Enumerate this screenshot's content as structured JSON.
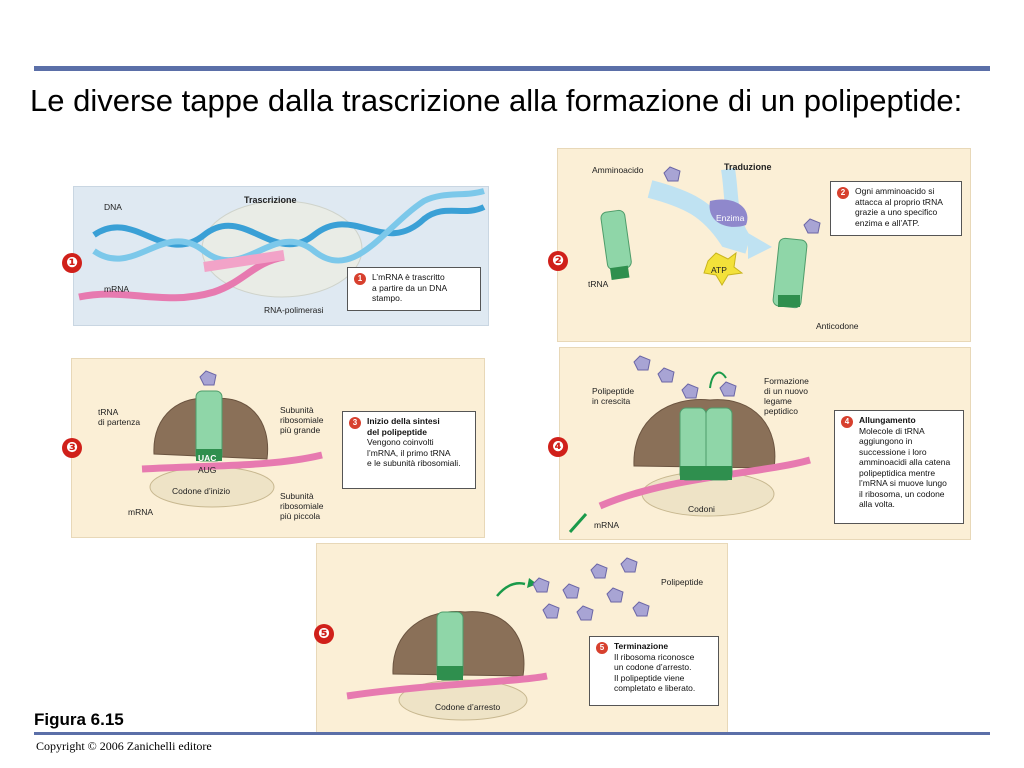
{
  "slide": {
    "title": "Le diverse tappe dalla trascrizione alla formazione di un polipeptide:",
    "figure_label": "Figura 6.15",
    "copyright": "Copyright © 2006 Zanichelli editore"
  },
  "markers": [
    "❶",
    "❷",
    "❸",
    "❹",
    "❺"
  ],
  "panel1": {
    "heading": "Trascrizione",
    "labels": {
      "dna": "DNA",
      "mrna": "mRNA",
      "polymerase": "RNA-polimerasi"
    },
    "step": {
      "num": "1",
      "text": "L’mRNA è trascritto\na partire da un DNA\nstampo."
    }
  },
  "panel2": {
    "heading": "Traduzione",
    "labels": {
      "aminoacid": "Amminoacido",
      "enzyme": "Enzima",
      "atp": "ATP",
      "trna": "tRNA",
      "anticodon": "Anticodone"
    },
    "step": {
      "num": "2",
      "text": "Ogni amminoacido si\nattacca al proprio tRNA\ngrazie a uno specifico\nenzima e all’ATP."
    }
  },
  "panel3": {
    "labels": {
      "trna": "tRNA\ndi partenza",
      "large": "Subunità\nribosomiale\npiù grande",
      "start_codon": "Codone d’inizio",
      "small": "Subunità\nribosomiale\npiù piccola",
      "mrna": "mRNA",
      "anticodon_seq": "UAC",
      "codon_seq": "AUG"
    },
    "step": {
      "num": "3",
      "title": "Inizio della sintesi\ndel polipeptide",
      "text": "Vengono coinvolti\nl’mRNA, il primo tRNA\ne le subunità ribosomiali."
    }
  },
  "panel4": {
    "labels": {
      "growing": "Polipeptide\nin crescita",
      "bond": "Formazione\ndi un nuovo\nlegame\npeptidico",
      "codons": "Codoni",
      "mrna": "mRNA"
    },
    "step": {
      "num": "4",
      "title": "Allungamento",
      "text": "Molecole di tRNA\naggiungono in\nsuccessione i loro\namminoacidi alla catena\npolipeptidica mentre\nl’mRNA si muove lungo\nil ribosoma, un codone\nalla volta."
    }
  },
  "panel5": {
    "labels": {
      "polypeptide": "Polipeptide",
      "stop_codon": "Codone d’arresto"
    },
    "step": {
      "num": "5",
      "title": "Terminazione",
      "text": "Il ribosoma riconosce\nun codone d’arresto.\nIl polipeptide viene\ncompletato e liberato."
    }
  },
  "colors": {
    "accent_rule": "#5b6fa8",
    "panel_bg": "#fbefd6",
    "marker": "#d0201a",
    "trna": "#8fd6a8",
    "ribosome": "#8a7058",
    "mrna": "#e77ab0",
    "dna": "#4aa6d8",
    "aminoacid": "#a8a4d4"
  }
}
